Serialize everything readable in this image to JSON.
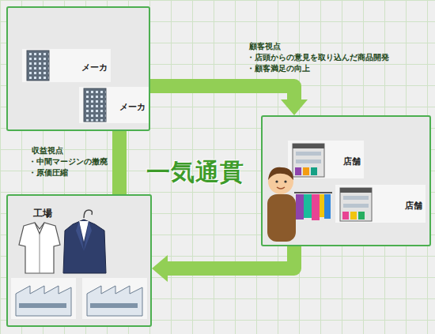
{
  "diagram": {
    "nodes": [
      {
        "text": []
      },
      {
        "text": [
          "メーカ"
        ],
        "in": 0
      },
      {
        "text": [
          "メーカ"
        ],
        "in": 0
      },
      {
        "text": []
      },
      {
        "text": [
          "店舗"
        ],
        "in": 3
      },
      {
        "text": [
          "店舗"
        ],
        "in": 3
      },
      {
        "text": [
          "工場"
        ]
      }
    ],
    "edges": [
      {
        "from": 0,
        "to": 3,
        "arrow": "to"
      },
      {
        "from": 3,
        "to": 6,
        "arrow": "to"
      },
      {
        "from": 6,
        "to": 0,
        "arrow": "none"
      }
    ],
    "labels": [
      "顧客視点",
      "・店頭からの意見を取り込んだ商品開発",
      "・顧客満足の向上",
      "収益視点",
      "・中間マージンの撤廃",
      "・原価圧縮",
      "一気通貫"
    ]
  }
}
